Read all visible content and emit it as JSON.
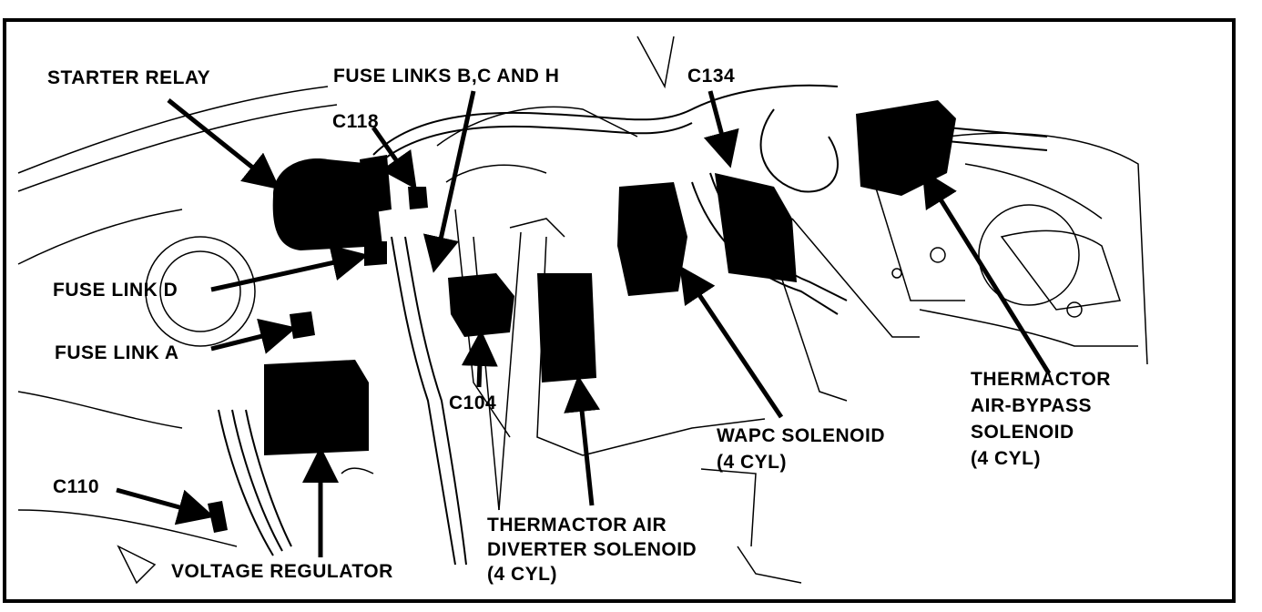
{
  "labels": {
    "starter_relay": "STARTER RELAY",
    "fuse_links_bch": "FUSE LINKS B,C AND H",
    "c118": "C118",
    "c134": "C134",
    "fuse_link_d": "FUSE LINK D",
    "fuse_link_a": "FUSE LINK A",
    "c104": "C104",
    "c110": "C110",
    "voltage_regulator": "VOLTAGE REGULATOR",
    "thermactor_air_diverter": [
      "THERMACTOR AIR",
      "DIVERTER SOLENOID",
      "(4 CYL)"
    ],
    "wapc_solenoid": [
      "WAPC SOLENOID",
      "(4 CYL)"
    ],
    "thermactor_air_bypass": [
      "THERMACTOR",
      "AIR-BYPASS",
      "SOLENOID",
      "(4 CYL)"
    ]
  },
  "colors": {
    "ink": "#000000",
    "paper": "#ffffff"
  }
}
